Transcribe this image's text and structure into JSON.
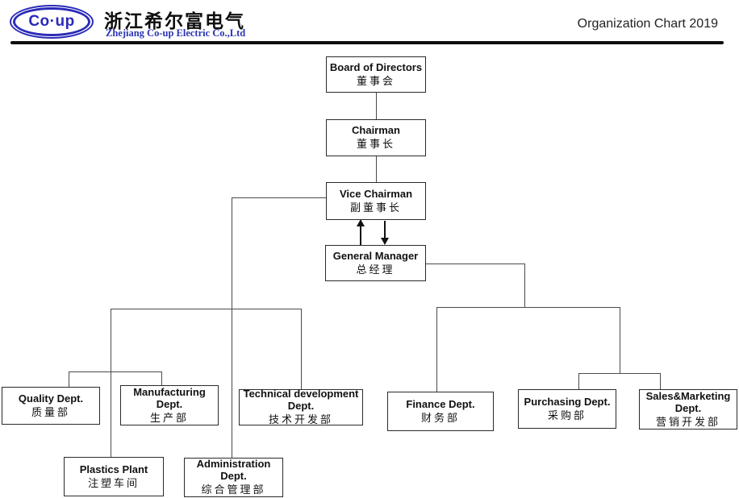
{
  "header": {
    "logo_text": "Co·up",
    "company_cn": "浙江希尔富电气",
    "company_en": "Zhejiang Co-up Electric Co.,Ltd",
    "title": "Organization Chart 2019",
    "brand_blue": "#2a2ab8"
  },
  "nodes": {
    "board": {
      "en": "Board of Directors",
      "cn": "董事会"
    },
    "chairman": {
      "en": "Chairman",
      "cn": "董事长"
    },
    "vice_chairman": {
      "en": "Vice Chairman",
      "cn": "副董事长"
    },
    "general_manager": {
      "en": "General Manager",
      "cn": "总经理"
    },
    "quality": {
      "en": "Quality Dept.",
      "cn": "质量部"
    },
    "manufacturing": {
      "en": "Manufacturing Dept.",
      "cn": "生产部"
    },
    "technical": {
      "en": "Technical development Dept.",
      "cn": "技术开发部"
    },
    "finance": {
      "en": "Finance Dept.",
      "cn": "财务部"
    },
    "purchasing": {
      "en": "Purchasing Dept.",
      "cn": "采购部"
    },
    "sales": {
      "en": "Sales&Marketing Dept.",
      "cn": "营销开发部"
    },
    "plastics": {
      "en": "Plastics Plant",
      "cn": "注塑车间"
    },
    "administration": {
      "en": "Administration Dept.",
      "cn": "综合管理部"
    }
  },
  "hierarchy": [
    {
      "from": "Board of Directors",
      "to": "Chairman"
    },
    {
      "from": "Chairman",
      "to": "Vice Chairman"
    },
    {
      "from": "Vice Chairman",
      "to": "General Manager",
      "style": "double-arrow"
    },
    {
      "from": "Vice Chairman",
      "to": "Quality Dept."
    },
    {
      "from": "Vice Chairman",
      "to": "Manufacturing Dept."
    },
    {
      "from": "Vice Chairman",
      "to": "Technical development Dept."
    },
    {
      "from": "Vice Chairman",
      "to": "Plastics Plant"
    },
    {
      "from": "Vice Chairman",
      "to": "Administration Dept."
    },
    {
      "from": "General Manager",
      "to": "Finance Dept."
    },
    {
      "from": "General Manager",
      "to": "Purchasing Dept."
    },
    {
      "from": "General Manager",
      "to": "Sales&Marketing Dept."
    }
  ]
}
